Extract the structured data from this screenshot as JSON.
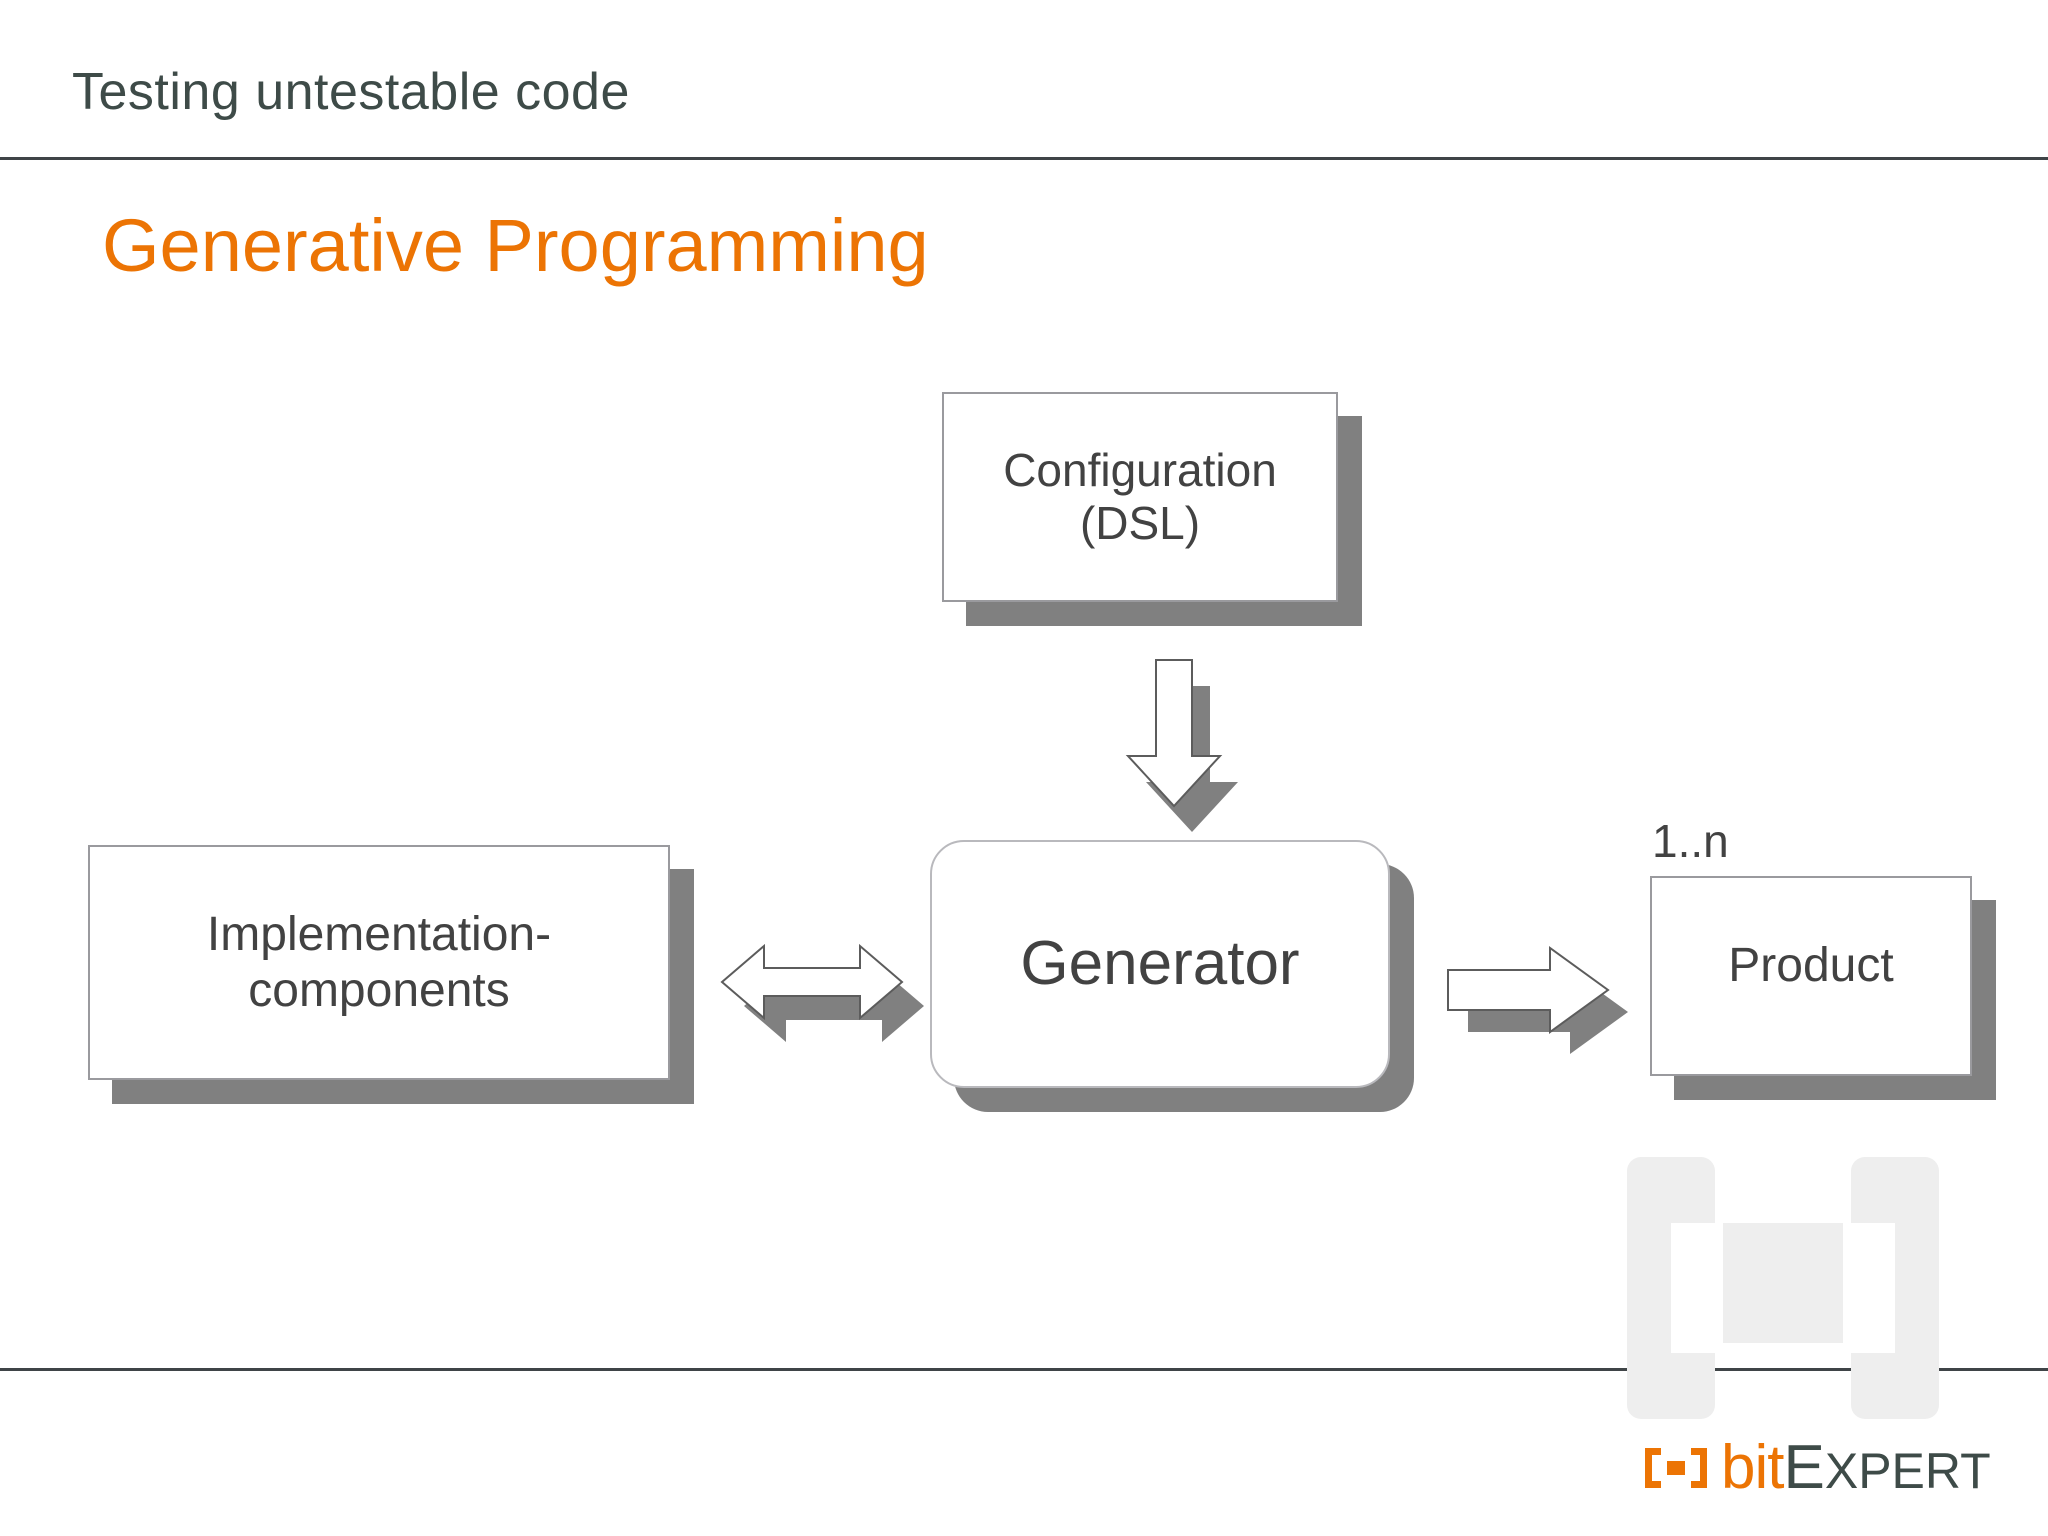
{
  "header": {
    "title": "Testing untestable code"
  },
  "slide": {
    "title": "Generative Programming"
  },
  "diagram": {
    "config_box": {
      "line1": "Configuration",
      "line2": "(DSL)"
    },
    "implementation_box": {
      "line1": "Implementation-",
      "line2": "components"
    },
    "generator_box": {
      "label": "Generator"
    },
    "product_box": {
      "label": "Product",
      "multiplicity": "1..n"
    },
    "arrows": {
      "config_to_generator": "down-arrow-icon",
      "implementation_to_generator": "bidirectional-arrow-icon",
      "generator_to_product": "right-arrow-icon"
    }
  },
  "brand": {
    "bit": "bit",
    "expert_cap": "E",
    "expert_rest": "xpert",
    "mark": "bracket-dot-icon"
  },
  "colors": {
    "accent_orange": "#ec7404",
    "text_dark": "#424242",
    "header_text": "#3e4b48",
    "rule": "#3f4447",
    "shadow_gray": "#808080",
    "box_border": "#9a9a9e",
    "watermark_gray": "#eeeeee"
  }
}
